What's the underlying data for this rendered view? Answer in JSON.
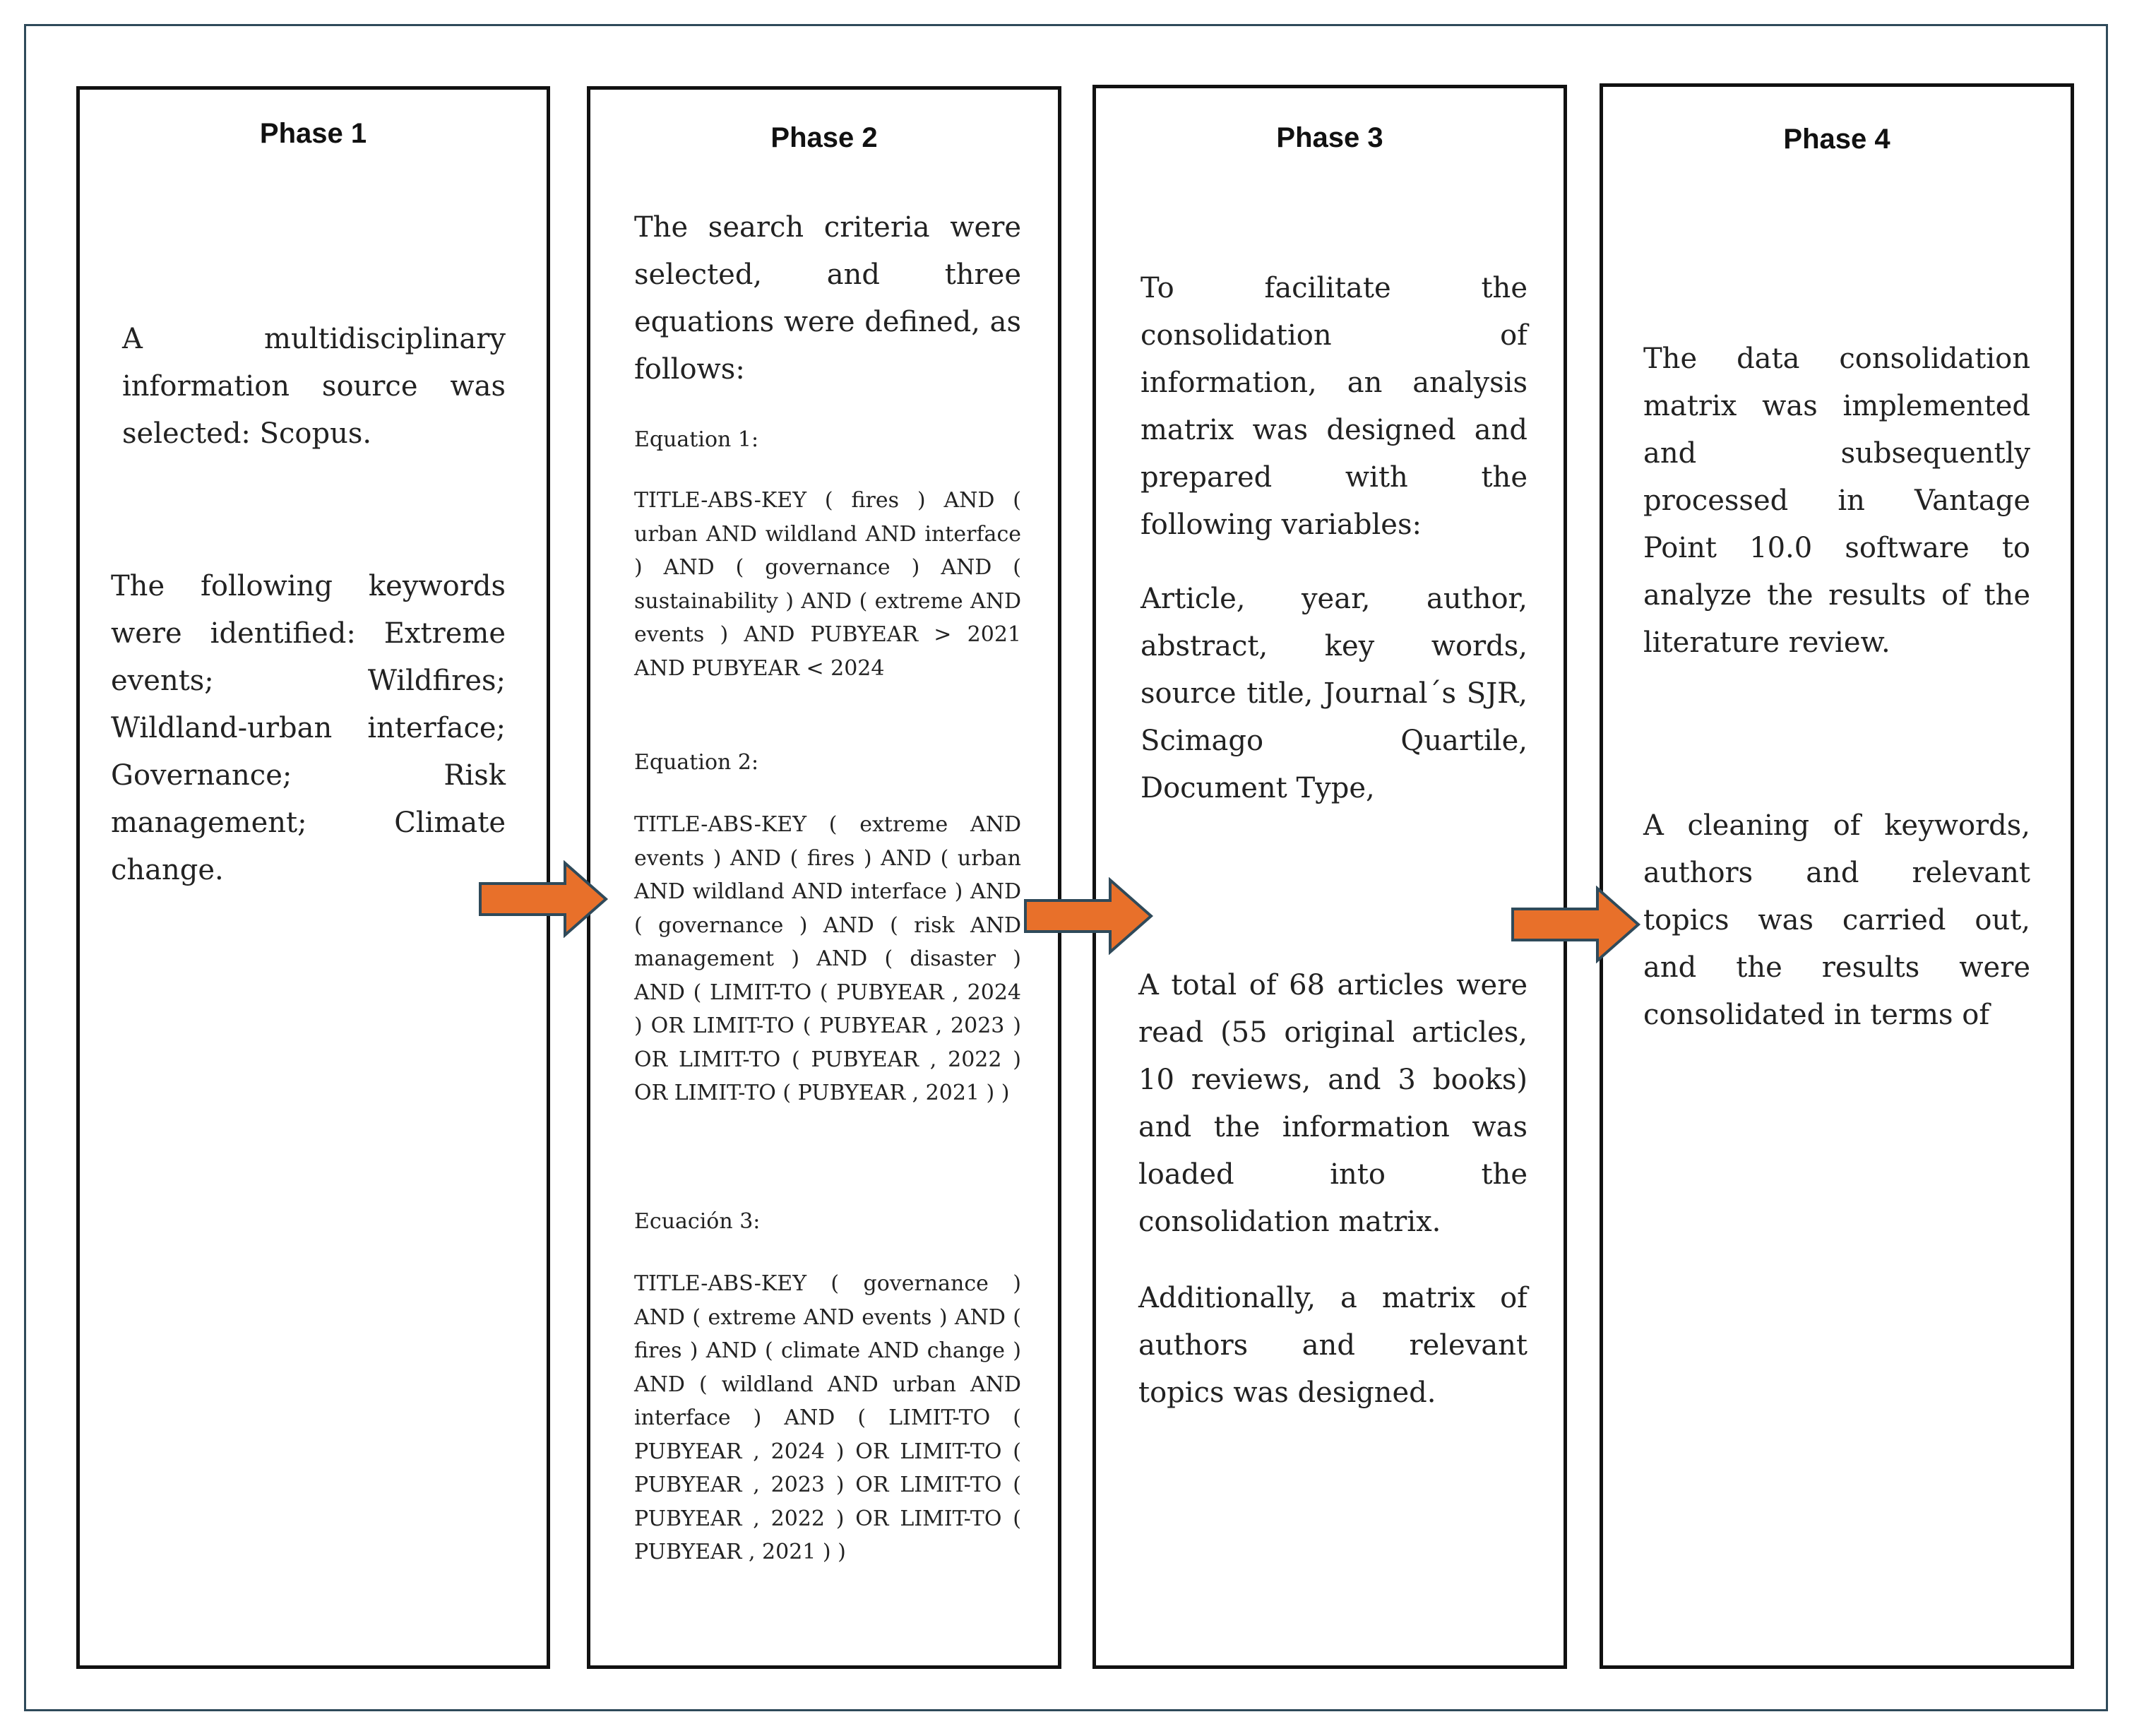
{
  "colors": {
    "arrow_fill": "#e8702a",
    "arrow_stroke": "#2f4a5a",
    "border": "#111111",
    "frame": "#2f4a5a"
  },
  "phases": [
    {
      "title": "Phase 1",
      "p1": "A multidisciplinary information source was selected: Scopus.",
      "p2": "The following keywords were identified: Extreme events; Wildfires; Wildland-urban interface; Governance; Risk management; Climate change."
    },
    {
      "title": "Phase 2",
      "intro": "The search criteria were selected, and three equations were defined, as follows:",
      "eq1_label": "Equation 1:",
      "eq1": "TITLE-ABS-KEY ( fires ) AND ( urban AND wildland AND interface ) AND ( governance ) AND ( sustainability ) AND ( extreme AND events ) AND PUBYEAR > 2021 AND PUBYEAR < 2024",
      "eq2_label": "Equation 2:",
      "eq2": "TITLE-ABS-KEY ( extreme AND events ) AND ( fires ) AND ( urban AND wildland AND interface ) AND ( governance ) AND ( risk AND management ) AND ( disaster ) AND ( LIMIT-TO ( PUBYEAR , 2024 ) OR LIMIT-TO ( PUBYEAR , 2023 ) OR LIMIT-TO ( PUBYEAR , 2022 ) OR LIMIT-TO ( PUBYEAR , 2021 ) )",
      "eq3_label": "Ecuación 3:",
      "eq3": "TITLE-ABS-KEY ( governance ) AND ( extreme AND events ) AND ( fires ) AND ( climate AND change ) AND ( wildland AND urban AND interface ) AND ( LIMIT-TO ( PUBYEAR , 2024 ) OR LIMIT-TO ( PUBYEAR , 2023 ) OR LIMIT-TO ( PUBYEAR , 2022 ) OR LIMIT-TO ( PUBYEAR , 2021 ) )"
    },
    {
      "title": "Phase 3",
      "p1": "To facilitate the consolidation of information, an analysis matrix was designed and prepared with the following variables:",
      "p2": "Article, year, author, abstract, key words, source title, Journal´s SJR, Scimago Quartile, Document Type,",
      "p3": "A total of 68 articles were read (55 original articles, 10 reviews, and 3 books) and the information was loaded into the consolidation matrix.",
      "p4": "Additionally, a matrix of authors and relevant topics was designed."
    },
    {
      "title": "Phase 4",
      "p1": "The data consolidation matrix was implemented and subsequently processed in Vantage Point 10.0 software to analyze the results of the literature review.",
      "p2": "A cleaning of keywords, authors and relevant topics was carried out, and the results were consolidated in terms of"
    }
  ]
}
